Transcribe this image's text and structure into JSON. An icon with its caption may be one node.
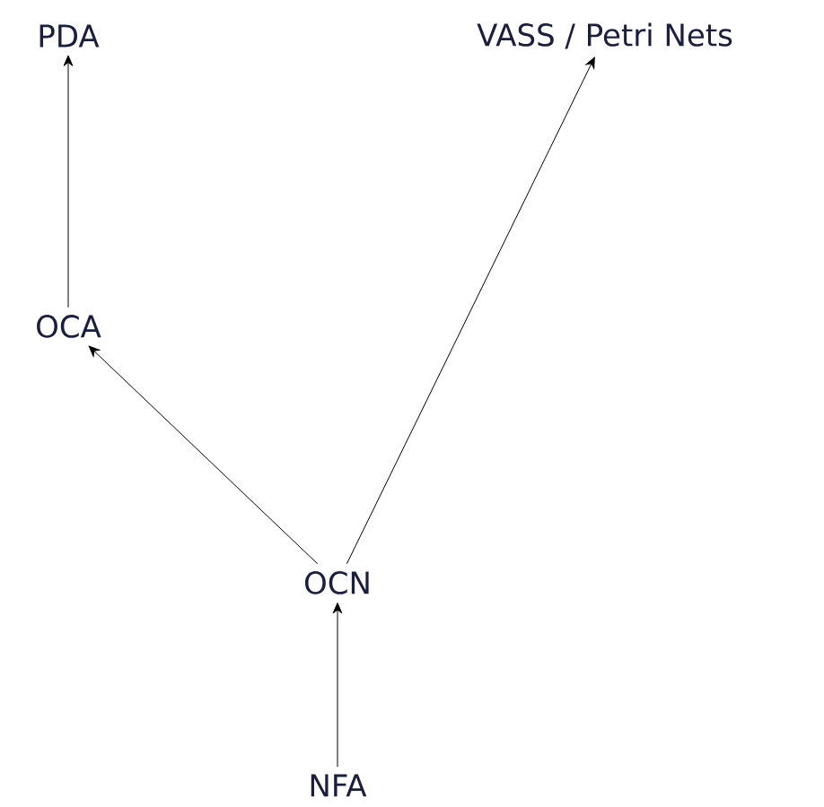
{
  "diagram": {
    "nodes": [
      {
        "text": [
          "PDA"
        ]
      },
      {
        "text": [
          "VASS / Petri Nets"
        ]
      },
      {
        "text": [
          "OCA"
        ]
      },
      {
        "text": [
          "OCN"
        ]
      },
      {
        "text": [
          "NFA"
        ]
      }
    ],
    "edges": [
      {
        "from": 2,
        "to": 0,
        "arrow": "to"
      },
      {
        "from": 3,
        "to": 2,
        "arrow": "to"
      },
      {
        "from": 3,
        "to": 1,
        "arrow": "to"
      },
      {
        "from": 4,
        "to": 3,
        "arrow": "to"
      }
    ]
  }
}
